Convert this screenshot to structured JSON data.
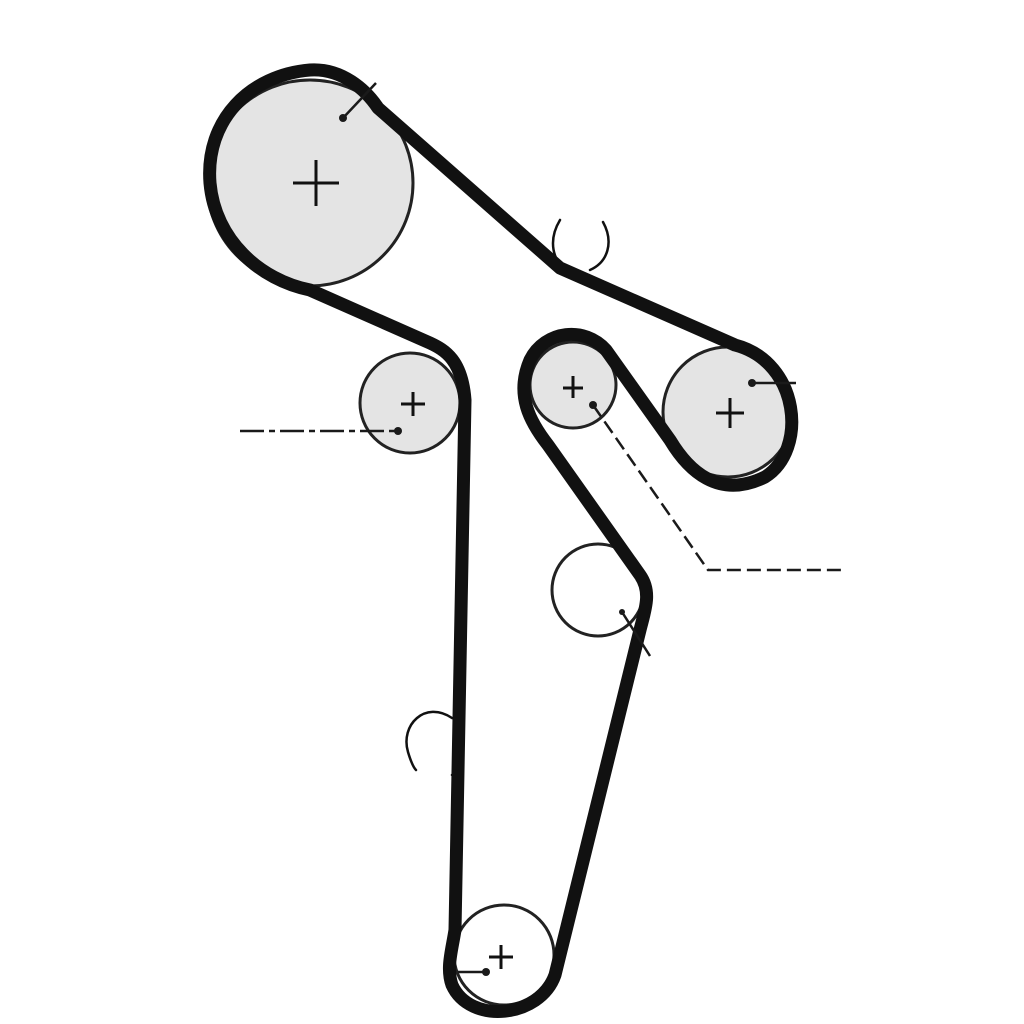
{
  "colors": {
    "background": "#ffffff",
    "belt": "#111111",
    "pulley_outline": "#222222",
    "pulley_fill": "#e4e4e4",
    "pulley_highlight": "#f7f7f7",
    "leader_line": "#1a1a1a"
  },
  "pulleys": [
    {
      "name": "pulley-camshaft",
      "shaded": true,
      "center_mark": true
    },
    {
      "name": "pulley-tensioner",
      "shaded": true,
      "center_mark": true
    },
    {
      "name": "pulley-idler-upper",
      "shaded": true,
      "center_mark": true
    },
    {
      "name": "pulley-water-pump",
      "shaded": true,
      "center_mark": true
    },
    {
      "name": "pulley-idler-lower",
      "shaded": false,
      "center_mark": false
    },
    {
      "name": "pulley-crankshaft",
      "shaded": false,
      "center_mark": true
    }
  ],
  "rotation_arrows": [
    {
      "name": "rotation-arrow-upper"
    },
    {
      "name": "rotation-arrow-left"
    }
  ],
  "leader_lines": [
    {
      "name": "leader-camshaft",
      "style": "solid"
    },
    {
      "name": "leader-tensioner",
      "style": "dash-dot"
    },
    {
      "name": "leader-idler-upper",
      "style": "dashed"
    },
    {
      "name": "leader-water-pump",
      "style": "solid"
    },
    {
      "name": "leader-idler-lower",
      "style": "solid"
    },
    {
      "name": "leader-crankshaft",
      "style": "solid"
    }
  ]
}
